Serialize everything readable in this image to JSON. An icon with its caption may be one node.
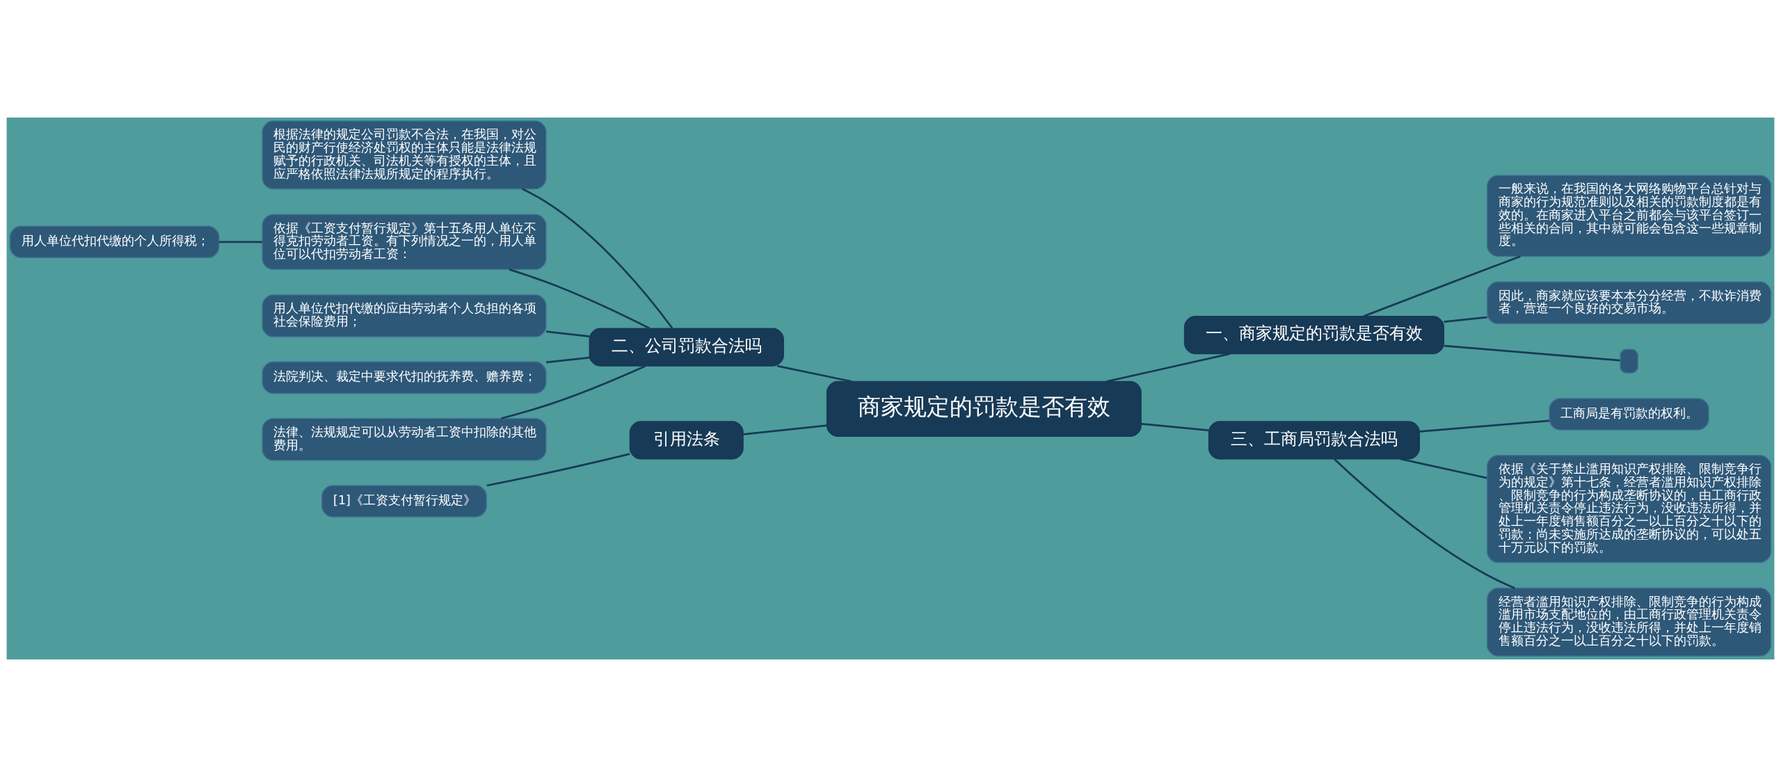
{
  "diagram": {
    "nodes": [
      {
        "text": [
          "商家规定的罚款是否有效"
        ]
      },
      {
        "text": [
          "一、商家规定的罚款是否有效"
        ]
      },
      {
        "text": [
          "一般来说，在我国的各大网络购物平台总针对与商家的行为规范准则以及相关的罚款制度都是有效的。在商家进入平台之前都会与该平台签订一些相关的合同，其中就可能会包含这一些规章制度。"
        ]
      },
      {
        "text": [
          "因此，商家就应该要本本分分经营，不欺诈消费者，营造一个良好的交易市场。"
        ]
      },
      {
        "text": [],
        "shape": "box"
      },
      {
        "text": [
          "二、公司罚款合法吗"
        ]
      },
      {
        "text": [
          "根据法律的规定公司罚款不合法，在我国，对公民的财产行使经济处罚权的主体只能是法律法规赋予的行政机关、司法机关等有授权的主体，且应严格依照法律法规所规定的程序执行。"
        ]
      },
      {
        "text": [
          "依据《工资支付暂行规定》第十五条用人单位不得克扣劳动者工资。有下列情况之一的，用人单位可以代扣劳动者工资："
        ]
      },
      {
        "text": [
          "用人单位代扣代缴的个人所得税；"
        ]
      },
      {
        "text": [
          "用人单位代扣代缴的应由劳动者个人负担的各项社会保险费用；"
        ]
      },
      {
        "text": [
          "法院判决、裁定中要求代扣的抚养费、赡养费；"
        ]
      },
      {
        "text": [
          "法律、法规规定可以从劳动者工资中扣除的其他费用。"
        ]
      },
      {
        "text": [
          "三、工商局罚款合法吗"
        ]
      },
      {
        "text": [
          "工商局是有罚款的权利。"
        ]
      },
      {
        "text": [
          "依据《关于禁止滥用知识产权排除、限制竞争行为的规定》第十七条，经营者滥用知识产权排除、限制竞争的行为构成垄断协议的，由工商行政管理机关责令停止违法行为，没收违法所得，并处上一年度销售额百分之一以上百分之十以下的罚款；尚未实施所达成的垄断协议的，可以处五十万元以下的罚款。"
        ]
      },
      {
        "text": [
          "经营者滥用知识产权排除、限制竞争的行为构成滥用市场支配地位的，由工商行政管理机关责令停止违法行为，没收违法所得，并处上一年度销售额百分之一以上百分之十以下的罚款。"
        ]
      },
      {
        "text": [
          "引用法条"
        ]
      },
      {
        "text": [
          "[1]《工资支付暂行规定》"
        ]
      }
    ],
    "edges": [
      {
        "from": 0,
        "to": 1,
        "arrow": "none"
      },
      {
        "from": 1,
        "to": 2,
        "arrow": "none"
      },
      {
        "from": 1,
        "to": 3,
        "arrow": "none"
      },
      {
        "from": 1,
        "to": 4,
        "arrow": "none"
      },
      {
        "from": 5,
        "to": 0,
        "arrow": "none"
      },
      {
        "from": 6,
        "to": 5,
        "arrow": "none"
      },
      {
        "from": 7,
        "to": 5,
        "arrow": "none"
      },
      {
        "from": 8,
        "to": 7,
        "arrow": "none"
      },
      {
        "from": 9,
        "to": 5,
        "arrow": "none"
      },
      {
        "from": 10,
        "to": 5,
        "arrow": "none"
      },
      {
        "from": 11,
        "to": 5,
        "arrow": "none"
      },
      {
        "from": 0,
        "to": 12,
        "arrow": "none"
      },
      {
        "from": 12,
        "to": 13,
        "arrow": "none"
      },
      {
        "from": 12,
        "to": 14,
        "arrow": "none"
      },
      {
        "from": 12,
        "to": 15,
        "arrow": "none"
      },
      {
        "from": 16,
        "to": 0,
        "arrow": "none"
      },
      {
        "from": 17,
        "to": 16,
        "arrow": "none"
      }
    ]
  }
}
